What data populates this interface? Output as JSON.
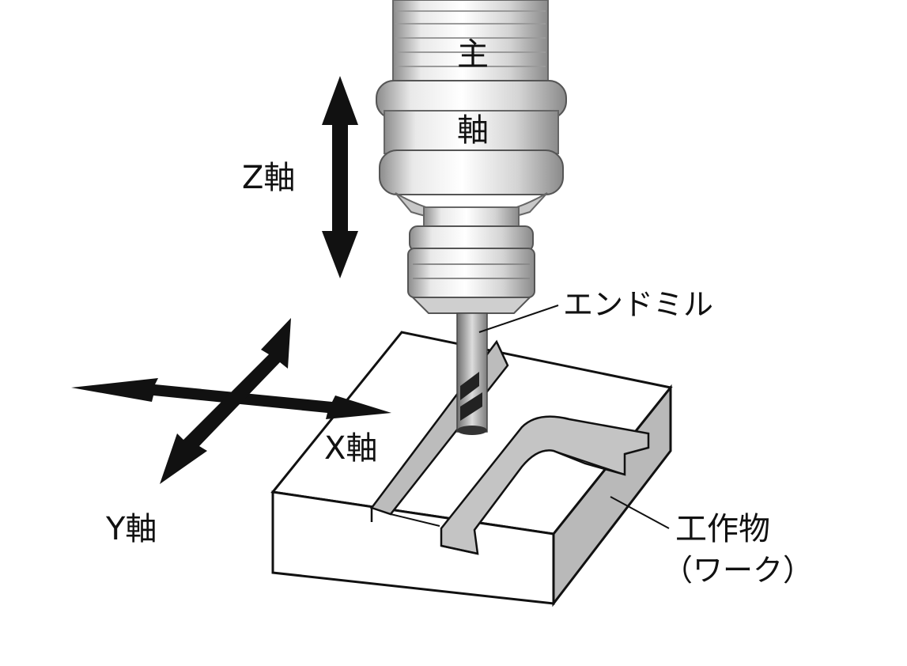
{
  "diagram": {
    "spindle_char_1": "主",
    "spindle_char_2": "軸",
    "z_axis_label": "Z軸",
    "x_axis_label": "X軸",
    "y_axis_label": "Y軸",
    "end_mill_label": "エンドミル",
    "workpiece_label_1": "工作物",
    "workpiece_label_2": "（ワーク）"
  },
  "colors": {
    "ink": "#111111",
    "metal_light": "#f2f2f2",
    "metal_mid": "#bdbdbd",
    "metal_dark": "#7a7a7a",
    "shadow_face": "#b8b8b8"
  }
}
